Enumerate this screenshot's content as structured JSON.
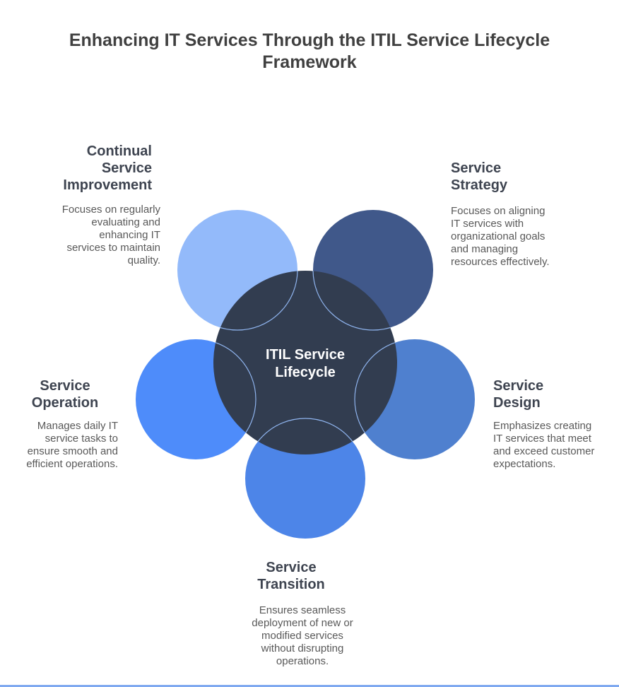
{
  "title": "Enhancing IT Services Through the ITIL Service Lifecycle Framework",
  "center": {
    "label": "ITIL Service Lifecycle",
    "fill": "#323D50",
    "label_color": "#ffffff"
  },
  "colors": {
    "background": "#ffffff",
    "title_text": "#404040",
    "heading_text": "#3E4450",
    "description_text": "#595959",
    "petal_outline": "#8FB4EE",
    "bottom_bar": "#7FA9F0"
  },
  "nodes": [
    {
      "id": "continual-service-improvement",
      "heading": "Continual Service Improvement",
      "description": "Focuses on regularly evaluating and enhancing IT services to maintain quality.",
      "petal_color": "#93BAFA"
    },
    {
      "id": "service-strategy",
      "heading": "Service Strategy",
      "description": "Focuses on aligning IT services with organizational goals and managing resources effectively.",
      "petal_color": "#40588A"
    },
    {
      "id": "service-operation",
      "heading": "Service Operation",
      "description": "Manages daily IT service tasks to ensure smooth and efficient operations.",
      "petal_color": "#4E8CFA"
    },
    {
      "id": "service-design",
      "heading": "Service Design",
      "description": "Emphasizes creating IT services that meet and exceed customer expectations.",
      "petal_color": "#4F80CF"
    },
    {
      "id": "service-transition",
      "heading": "Service Transition",
      "description": "Ensures seamless deployment of new or modified services without disrupting operations.",
      "petal_color": "#4D85E8"
    }
  ]
}
